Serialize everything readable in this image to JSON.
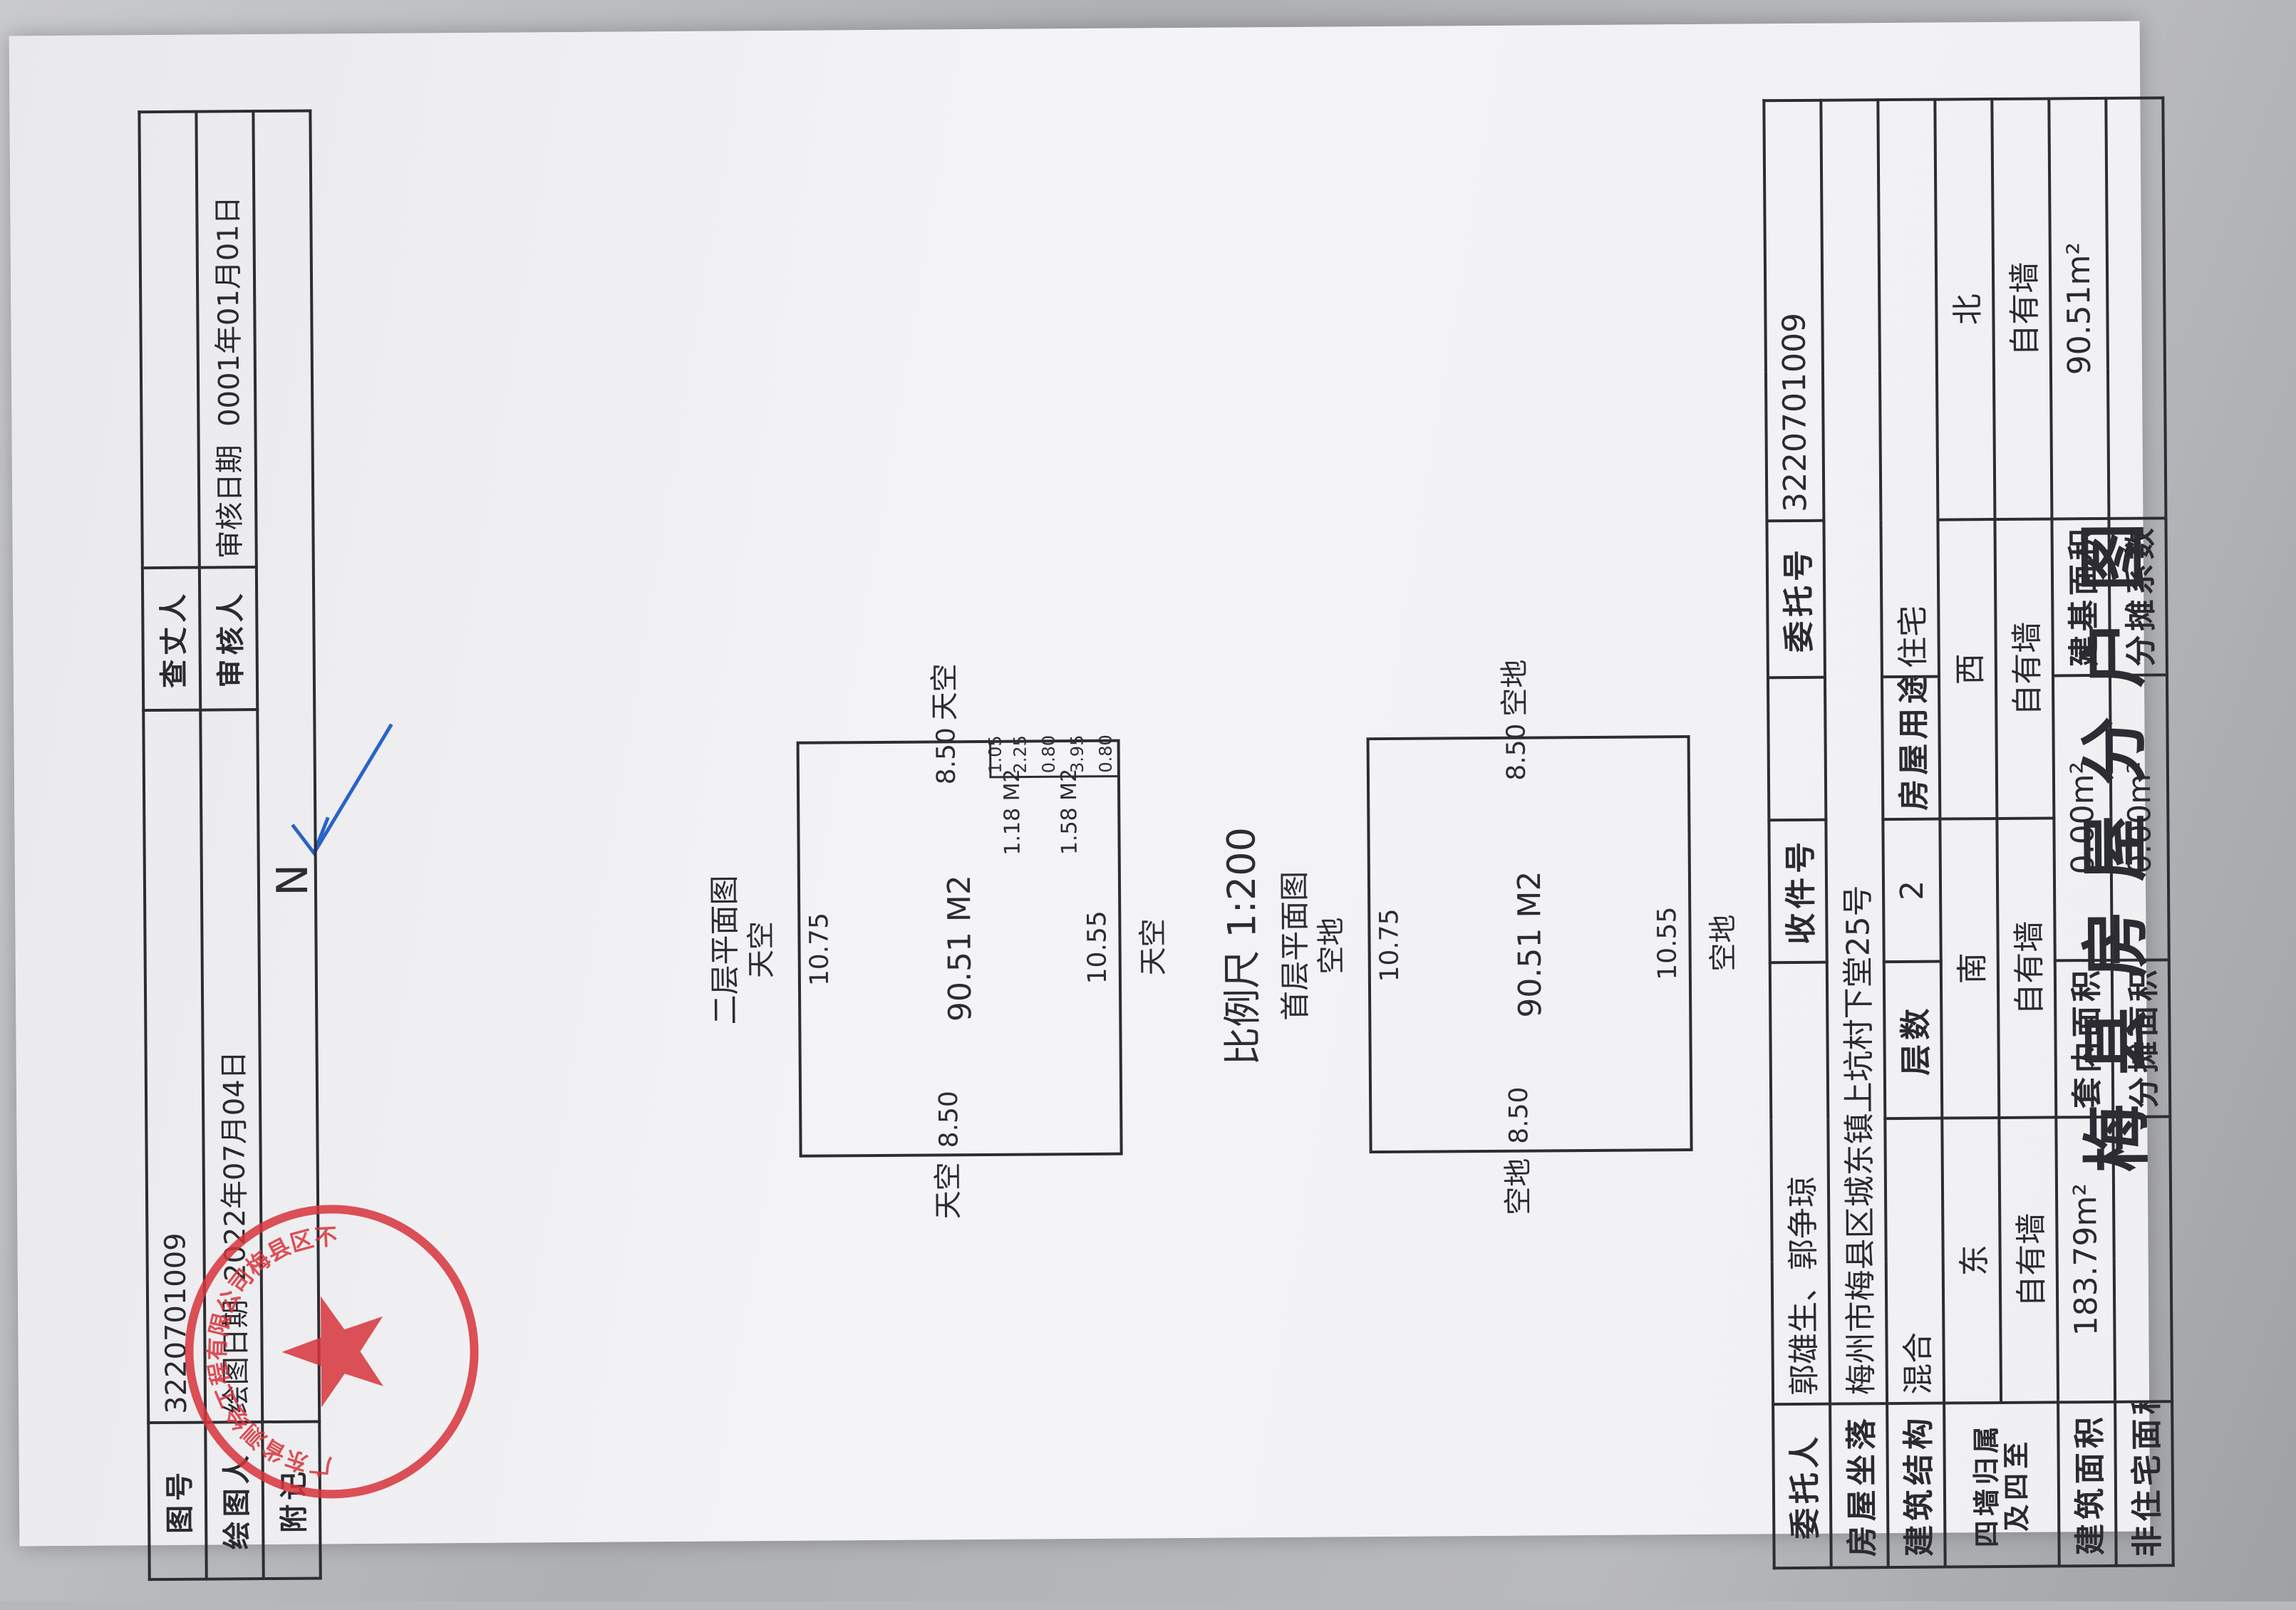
{
  "title": "梅县房屋分户图",
  "info": {
    "client_label": "委托人",
    "client_value": "郭雄生、郭争琼",
    "receipt_label": "收件号",
    "receipt_value": "",
    "commission_label": "委托号",
    "commission_value": "3220701009",
    "location_label": "房屋坐落",
    "location_value": "梅州市梅县区城东镇上坑村下堂25号",
    "structure_label": "建筑结构",
    "structure_value": "混合",
    "floors_label": "层数",
    "floors_value": "2",
    "usage_label": "房屋用途",
    "usage_value": "住宅",
    "walls_label": "四墙归属及四至",
    "east_label": "东",
    "east_value": "自有墙",
    "south_label": "南",
    "south_value": "自有墙",
    "west_label": "西",
    "west_value": "自有墙",
    "north_label": "北",
    "north_value": "自有墙",
    "building_area_label": "建筑面积",
    "building_area_value": "183.79m²",
    "inner_area_label": "套内面积",
    "inner_area_value": "0.00m²",
    "base_area_label": "建基面积",
    "base_area_value": "90.51m²",
    "nonres_area_label": "非住宅面积",
    "nonres_area_value": "",
    "shared_area_label": "分摊面积",
    "shared_area_value": "0.00m²",
    "shared_coef_label": "分摊系数",
    "shared_coef_value": ""
  },
  "bottom": {
    "drawing_no_label": "图号",
    "drawing_no_value": "3220701009",
    "surveyor_label": "查丈人",
    "surveyor_value": "",
    "drafter_label": "绘图人",
    "draw_date_label": "绘图日期",
    "draw_date_value": "2022年07月04日",
    "reviewer_label": "审核人",
    "review_date_label": "审核日期",
    "review_date_value": "0001年01月01日",
    "note_label": "附记"
  },
  "plan1": {
    "title": "首层平面图",
    "scale": "比例尺 1:200",
    "area": "90.51 M2",
    "dim_top": "10.55",
    "dim_bottom": "10.75",
    "dim_left": "8.50",
    "dim_right": "8.50",
    "label_left": "空地",
    "label_right": "空地",
    "label_top": "空地",
    "label_bottom": "空地"
  },
  "plan2": {
    "title": "二层平面图",
    "area": "90.51 M2",
    "dim_top": "10.55",
    "dim_bottom": "10.75",
    "dim_left": "8.50",
    "dim_right": "8.50",
    "label_left": "天空",
    "label_right": "天空",
    "label_top": "天空",
    "label_bottom": "天空",
    "balcony1_area": "1.58 M2",
    "balcony2_area": "1.18 M2",
    "small_dims": [
      "0.80",
      "3.95",
      "0.80",
      "2.25",
      "1.05"
    ]
  },
  "north_label": "N",
  "stamp_text": "广东省测绘工程有限公司梅县区不动产测绘专用章",
  "colors": {
    "ink": "#2c2c33",
    "stamp": "#d8343c",
    "arrow": "#2a63c8"
  }
}
